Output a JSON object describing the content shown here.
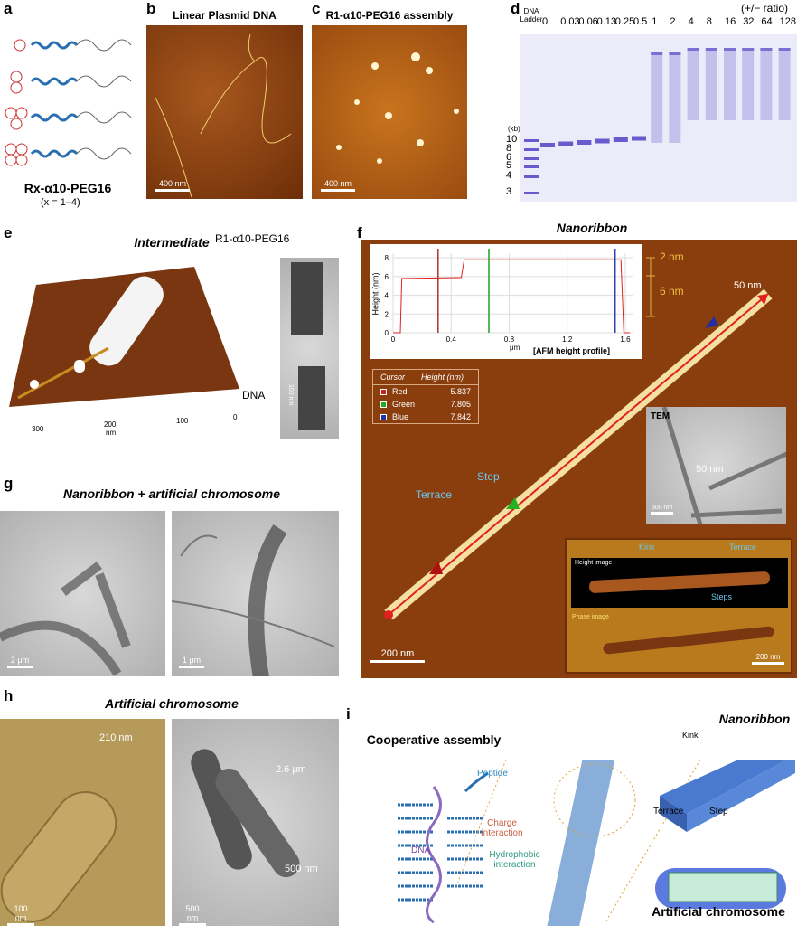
{
  "panels": {
    "a": {
      "label": "a",
      "name": "Rx-α10-PEG16",
      "range": "(x = 1–4)"
    },
    "b": {
      "label": "b",
      "title": "Linear Plasmid DNA",
      "scale": "400 nm"
    },
    "c": {
      "label": "c",
      "title": "R1-α10-PEG16 assembly",
      "scale": "400 nm"
    },
    "d": {
      "label": "d",
      "ratio_label": "(+/− ratio)",
      "ladder_label": "DNA Ladder",
      "kb_label": "(kb)",
      "lanes": [
        "0",
        "0.03",
        "0.06",
        "0.13",
        "0.25",
        "0.5",
        "1",
        "2",
        "4",
        "8",
        "16",
        "32",
        "64",
        "128"
      ],
      "ladder_sizes": [
        "10",
        "8",
        "6",
        "5",
        "4",
        "3"
      ],
      "gel_color": "#6a5acd"
    },
    "e": {
      "label": "e",
      "title": "Intermediate",
      "peptide_label": "R1-α10-PEG16",
      "dna_label": "DNA",
      "axis_ticks": [
        "300",
        "200",
        "100",
        "0"
      ],
      "axis_unit": "nm",
      "tem_scale": "100 nm"
    },
    "f": {
      "label": "f",
      "title": "Nanoribbon",
      "profile": {
        "title": "[AFM height profile]",
        "ylabel": "Height (nm)",
        "xlabel": "μm",
        "xticks": [
          "0",
          "0.4",
          "0.8",
          "1.2",
          "1.6"
        ],
        "yticks": [
          "0",
          "2",
          "4",
          "6",
          "8"
        ]
      },
      "cursor_table": {
        "headers": [
          "Cursor",
          "Height (nm)"
        ],
        "rows": [
          {
            "name": "Red",
            "value": "5.837",
            "color": "#cc2222"
          },
          {
            "name": "Green",
            "value": "7.805",
            "color": "#22aa22"
          },
          {
            "name": "Blue",
            "value": "7.842",
            "color": "#2233aa"
          }
        ]
      },
      "height_scale": [
        "2 nm",
        "6 nm"
      ],
      "width_label": "50 nm",
      "terrace": "Terrace",
      "step": "Step",
      "scale": "200 nm",
      "tem": {
        "title": "TEM",
        "width": "50 nm",
        "scale": "500 nm"
      },
      "inset": {
        "height_title": "Height image",
        "phase_title": "Phase image",
        "kink": "Kink",
        "terrace": "Terrace",
        "steps": "Steps",
        "scale": "200 nm"
      }
    },
    "g": {
      "label": "g",
      "title": "Nanoribbon + artificial chromosome",
      "scale_left": "2 μm",
      "scale_right": "1 μm"
    },
    "h": {
      "label": "h",
      "title": "Artificial chromosome",
      "left_width": "210 nm",
      "left_scale": "100 nm",
      "right_length": "2.6 μm",
      "right_width": "500 nm",
      "right_scale": "500 nm"
    },
    "i": {
      "label": "i",
      "coop_title": "Cooperative assembly",
      "dna": "DNA",
      "peptide": "Peptide",
      "charge": "Charge interaction",
      "hydrophobic": "Hydrophobic interaction",
      "nanoribbon": "Nanoribbon",
      "kink": "Kink",
      "terrace": "Terrace",
      "step": "Step",
      "chromosome": "Artificial chromosome"
    }
  }
}
